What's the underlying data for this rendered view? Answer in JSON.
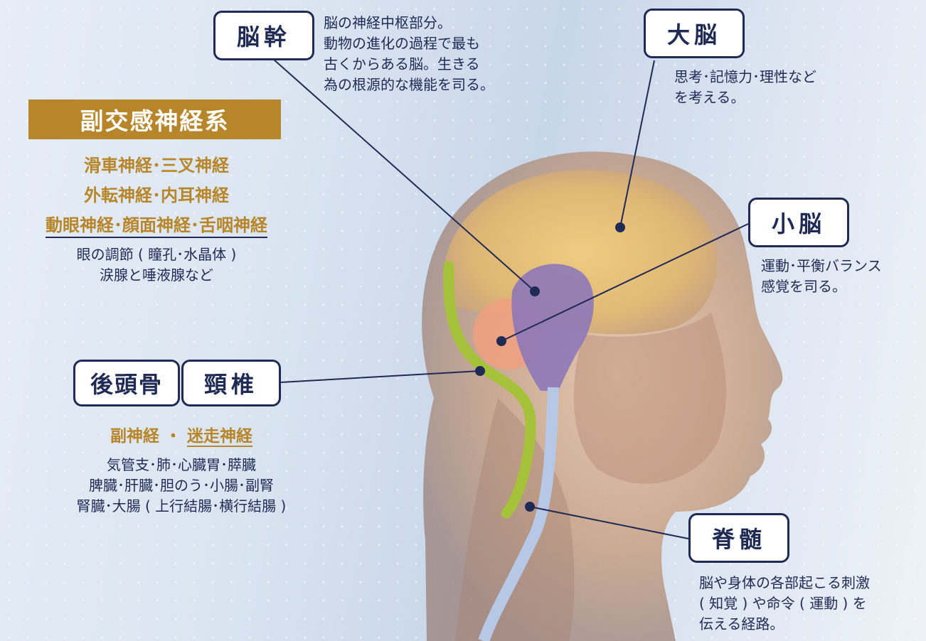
{
  "brainstem": {
    "label": "脳幹",
    "desc": [
      "脳の神経中枢部分。",
      "動物の進化の過程で最も",
      "古くからある脳。生きる",
      "為の根源的な機能を司る。"
    ]
  },
  "cerebrum": {
    "label": "大脳",
    "desc": [
      "思考･記憶力･理性など",
      "を考える。"
    ]
  },
  "cerebellum": {
    "label": "小脳",
    "desc": [
      "運動･平衡バランス",
      "感覚を司る。"
    ]
  },
  "spinal_cord": {
    "label": "脊髄",
    "desc": [
      "脳や身体の各部起こる刺激",
      "( 知覚 ) や命令 ( 運動 ) を",
      "伝える経路。"
    ]
  },
  "parasympathetic": {
    "title": "副交感神経系",
    "nerves": [
      "滑車神経･三叉神経",
      "外転神経･内耳神経",
      "動眼神経･顔面神経･舌咽神経"
    ],
    "effects": [
      "眼の調節 ( 瞳孔･水晶体 )",
      "涙腺と唾液腺など"
    ]
  },
  "occipital": {
    "label": "後頭骨"
  },
  "cervical": {
    "label": "頸椎"
  },
  "vagus": {
    "nerves_a": "副神経",
    "sep": "・",
    "nerves_b": "迷走神経",
    "organs": [
      "気管支･肺･心臓胃･膵臓",
      "脾臓･肝臓･胆のう･小腸･副腎",
      "腎臓･大腸 ( 上行結腸･横行結腸 )"
    ]
  },
  "colors": {
    "navy": "#1f2a55",
    "gold": "#b8862a",
    "brainstem": "#8e78b8",
    "cerebellum": "#f0a080",
    "vagus_line": "#a6c23a",
    "spine_line": "#b6c8e6"
  }
}
